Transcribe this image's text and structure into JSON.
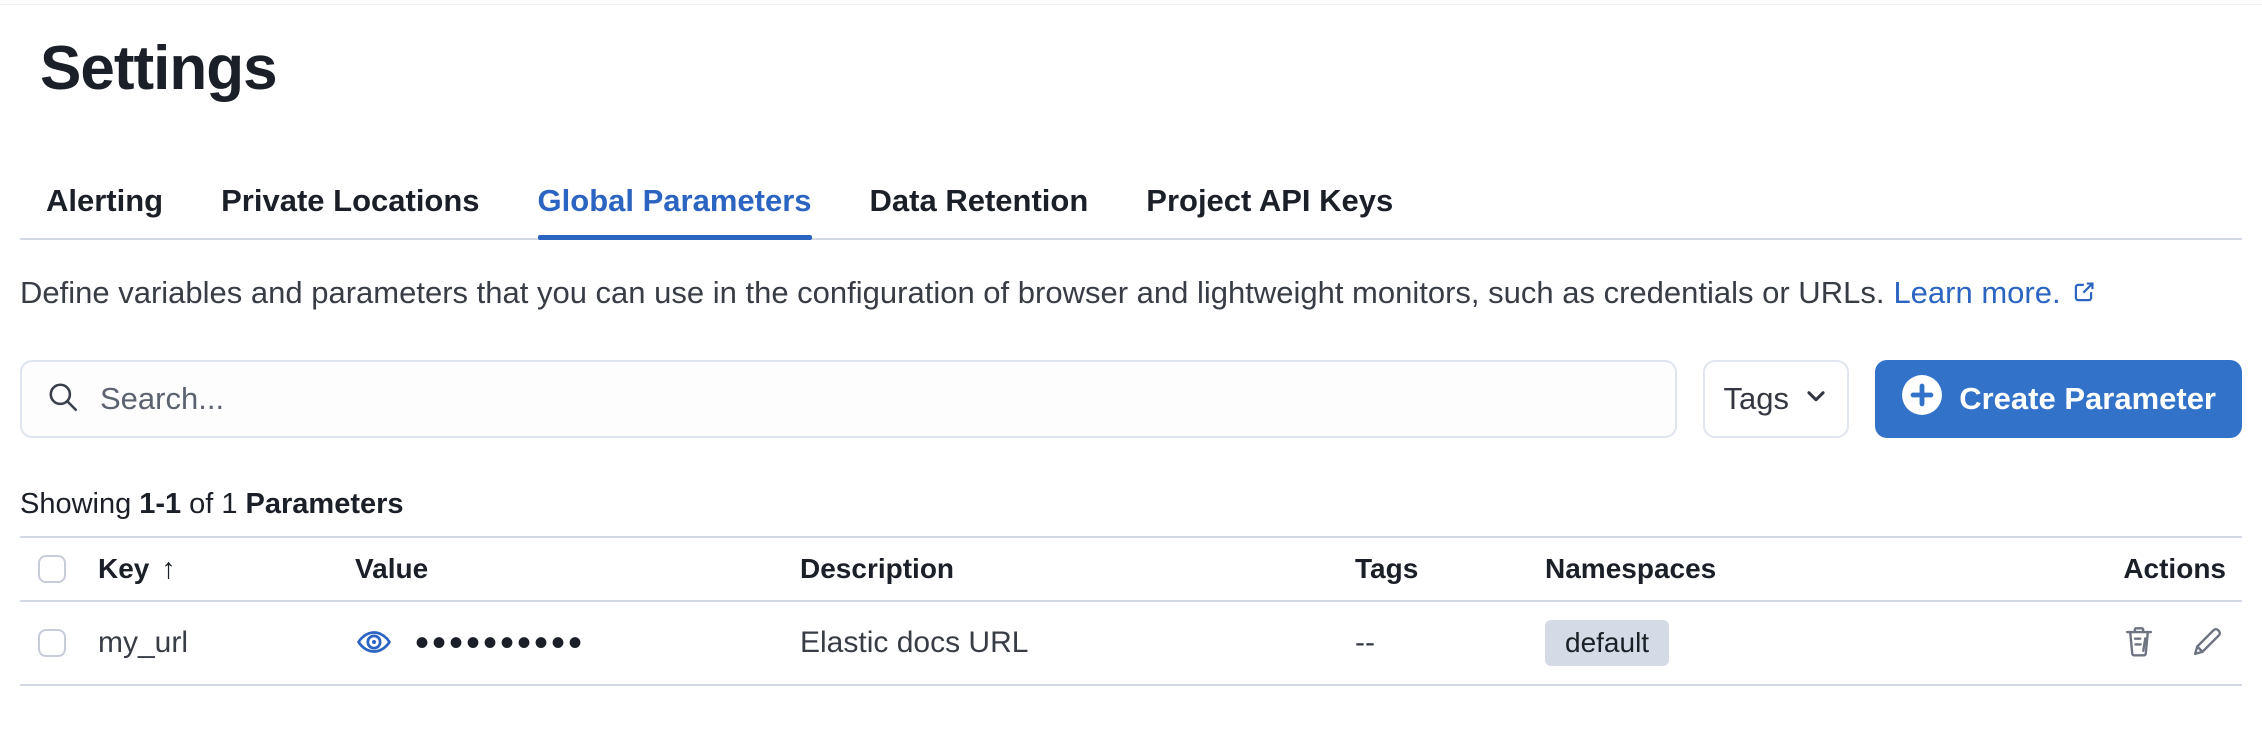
{
  "colors": {
    "primary_button_blue": "#3272c8",
    "link_blue": "#2b64c1",
    "divider_gray": "#d3dae6",
    "badge_background": "#d5dbe6",
    "text_dark": "#1b1f27",
    "text_body": "#373c45",
    "icon_gray": "#6d7380"
  },
  "header": {
    "title": "Settings"
  },
  "tabs": [
    {
      "label": "Alerting",
      "active": false
    },
    {
      "label": "Private Locations",
      "active": false
    },
    {
      "label": "Global Parameters",
      "active": true
    },
    {
      "label": "Data Retention",
      "active": false
    },
    {
      "label": "Project API Keys",
      "active": false
    }
  ],
  "description": {
    "text": "Define variables and parameters that you can use in the configuration of browser and lightweight monitors, such as credentials or URLs.",
    "link_label": "Learn more."
  },
  "toolbar": {
    "search_placeholder": "Search...",
    "search_value": "",
    "tags_filter_label": "Tags",
    "create_button_label": "Create Parameter"
  },
  "summary": {
    "showing_label": "Showing",
    "range": "1-1",
    "of_label": "of 1",
    "entity_label": "Parameters"
  },
  "table": {
    "columns": {
      "key": "Key",
      "value": "Value",
      "description": "Description",
      "tags": "Tags",
      "namespaces": "Namespaces",
      "actions": "Actions"
    },
    "sort": {
      "column": "Key",
      "direction": "ascending",
      "glyph": "↑"
    },
    "rows": [
      {
        "key": "my_url",
        "masked_value": "••••••••••",
        "description": "Elastic docs URL",
        "tags": "--",
        "namespace": "default"
      }
    ]
  },
  "icons": {
    "search": "magnifier",
    "tags_dropdown": "chevron-down",
    "create": "plus-in-circle",
    "learn_more": "external-link",
    "value_reveal": "eye",
    "sort": "arrow-up",
    "delete": "trash",
    "edit": "pencil"
  }
}
